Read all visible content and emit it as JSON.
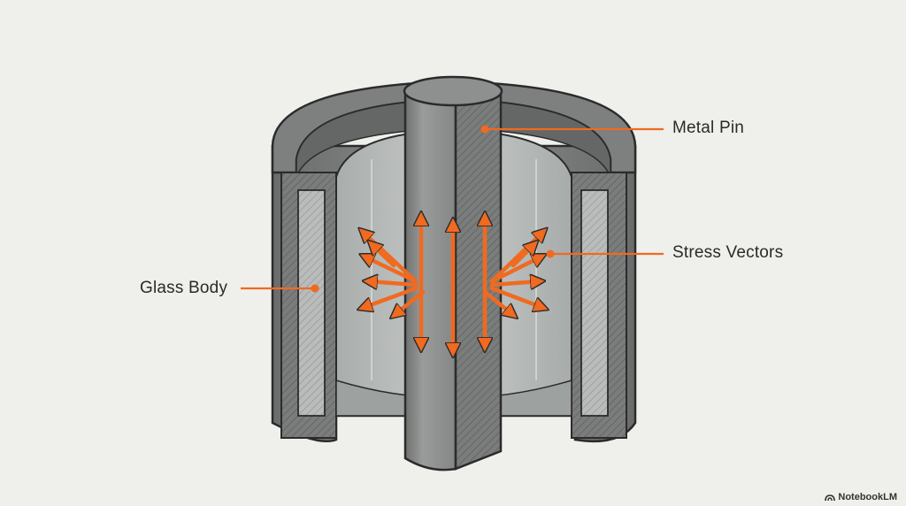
{
  "labels": {
    "metal_pin": "Metal Pin",
    "stress_vectors": "Stress Vectors",
    "glass_body": "Glass Body"
  },
  "watermark": "NotebookLM",
  "colors": {
    "background": "#efefec",
    "arrow": "#f06a20",
    "metal_dark": "#6f7170",
    "metal_mid": "#8a8c8b",
    "glass": "#b8bcbb",
    "outline": "#2b2b2b"
  },
  "icons": {
    "watermark_logo": "notebooklm-logo-icon"
  }
}
